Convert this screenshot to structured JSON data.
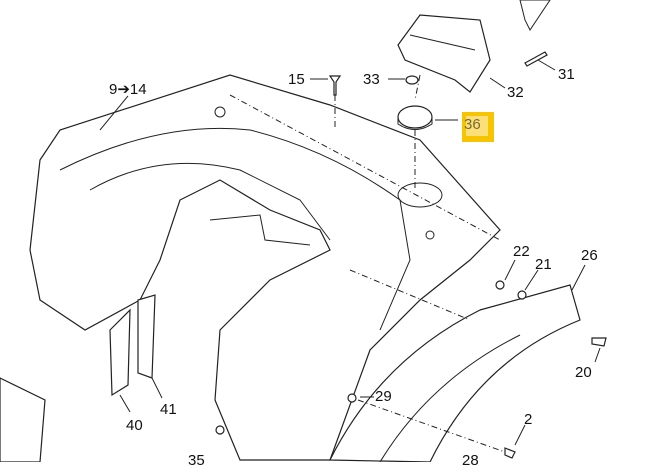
{
  "diagram": {
    "labels": {
      "l9_14": "9➔14",
      "l15": "15",
      "l33": "33",
      "l32": "32",
      "l31": "31",
      "l36": "36",
      "l22": "22",
      "l21": "21",
      "l26": "26",
      "l20": "20",
      "l29": "29",
      "l2": "2",
      "l40": "40",
      "l41": "41",
      "l35": "35",
      "l28": "28"
    },
    "highlight_color": "#f6c400"
  }
}
